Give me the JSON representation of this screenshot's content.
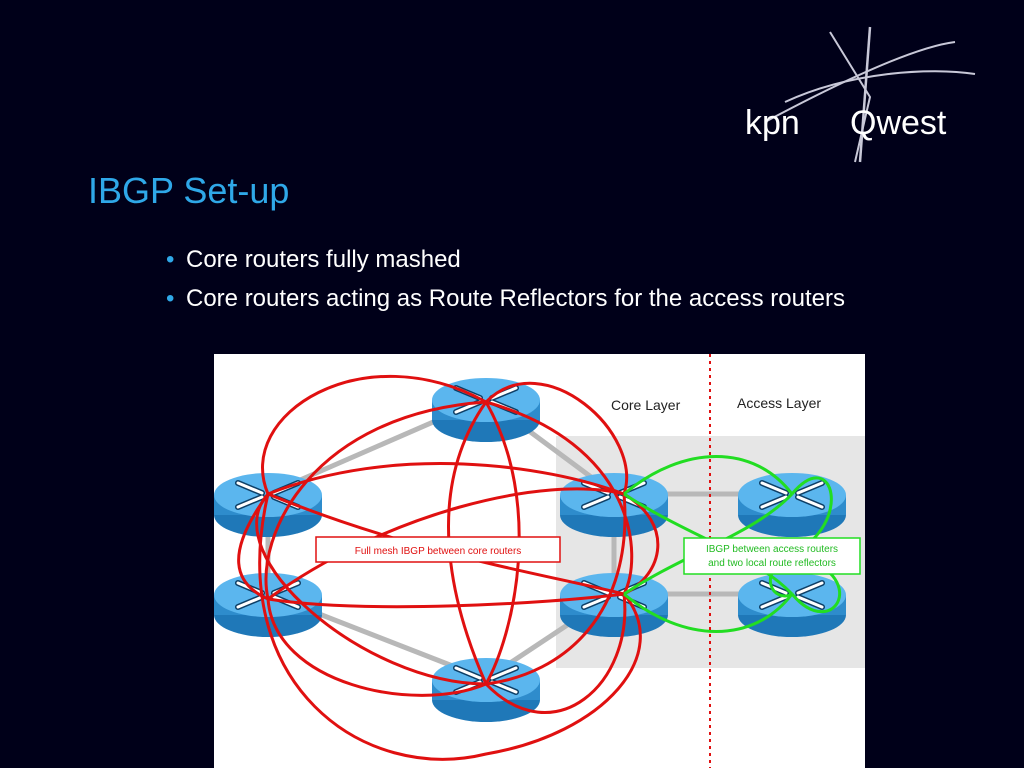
{
  "slide": {
    "title": "IBGP Set-up",
    "bullets": [
      "Core routers fully mashed",
      "Core routers acting as Route Reflectors for the access routers"
    ]
  },
  "logo": {
    "text_left": "kpn",
    "text_right": "Qwest"
  },
  "diagram": {
    "core_label": "Core Layer",
    "access_label": "Access Layer",
    "mesh_label": "Full mesh IBGP between core routers",
    "access_label_line1": "IBGP between access routers",
    "access_label_line2": "and two local route reflectors",
    "colors": {
      "full_mesh": "#E01010",
      "access_sessions": "#22DD22",
      "router_body": "#3FA3E0",
      "layer_divider": "#E01010"
    }
  }
}
